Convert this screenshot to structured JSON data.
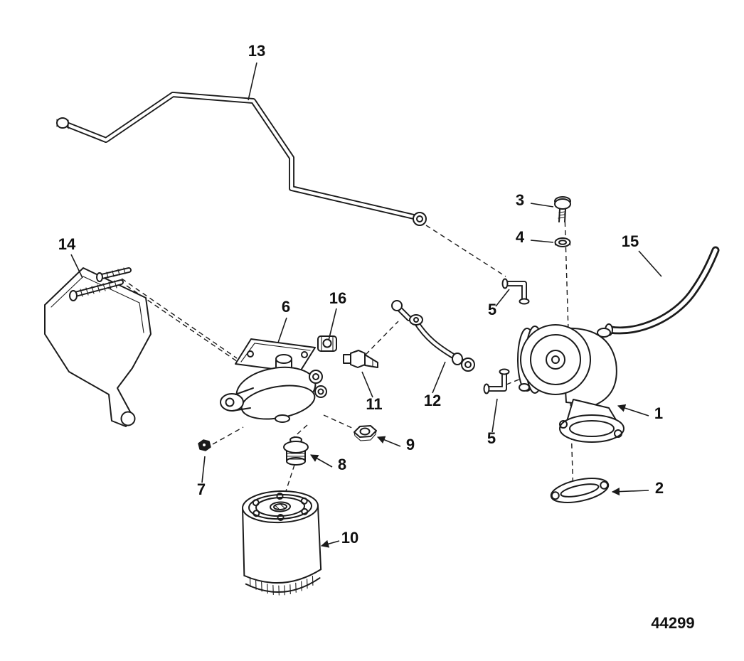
{
  "diagram": {
    "code": "44299",
    "colors": {
      "ink": "#1b1b1b",
      "background": "#ffffff"
    },
    "callouts": [
      {
        "label": "1"
      },
      {
        "label": "2"
      },
      {
        "label": "3"
      },
      {
        "label": "4"
      },
      {
        "label": "5"
      },
      {
        "label": "5"
      },
      {
        "label": "6"
      },
      {
        "label": "7"
      },
      {
        "label": "8"
      },
      {
        "label": "9"
      },
      {
        "label": "10"
      },
      {
        "label": "11"
      },
      {
        "label": "12"
      },
      {
        "label": "13"
      },
      {
        "label": "14"
      },
      {
        "label": "15"
      },
      {
        "label": "16"
      }
    ]
  }
}
